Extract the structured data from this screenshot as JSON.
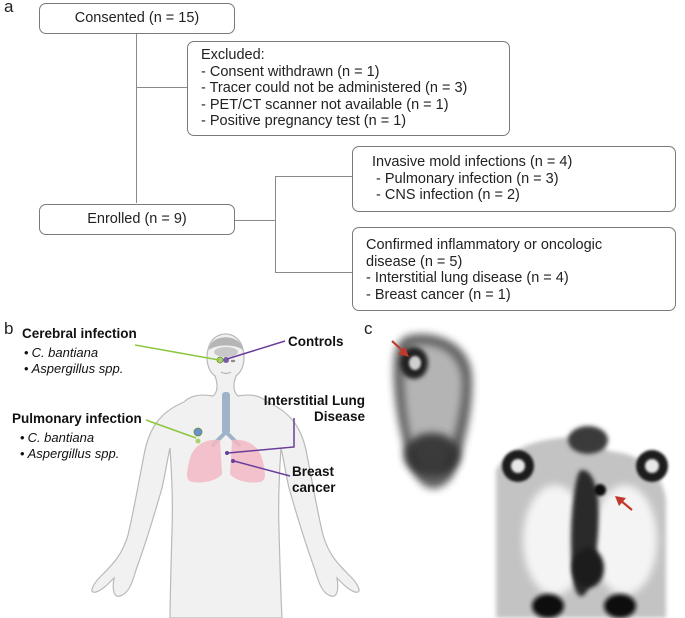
{
  "panel_a": {
    "letter": "a",
    "consented": "Consented (n = 15)",
    "excluded": {
      "title": "Excluded:",
      "items": [
        "- Consent withdrawn (n = 1)",
        "- Tracer could not be administered (n = 3)",
        "- PET/CT scanner not available (n = 1)",
        "- Positive pregnancy test (n = 1)"
      ]
    },
    "enrolled": "Enrolled (n = 9)",
    "mold": {
      "title": "Invasive mold infections (n = 4)",
      "items": [
        " - Pulmonary infection (n = 3)",
        " - CNS infection (n = 2)"
      ]
    },
    "confirmed": {
      "lines": [
        "Confirmed inflammatory or oncologic",
        "disease (n = 5)"
      ],
      "items": [
        "- Interstitial lung disease (n = 4)",
        "- Breast cancer (n = 1)"
      ]
    }
  },
  "panel_b": {
    "letter": "b",
    "cerebral_title": "Cerebral infection",
    "cerebral_items": [
      "C. bantiana",
      "Aspergillus spp."
    ],
    "pulmonary_title": "Pulmonary infection",
    "pulmonary_items": [
      "C. bantiana",
      "Aspergillus spp."
    ],
    "controls": "Controls",
    "ild_lines": [
      "Interstitial Lung",
      "Disease"
    ],
    "breast_lines": [
      "Breast",
      "cancer"
    ],
    "bullet": "•",
    "colors": {
      "infection_line": "#8cc63f",
      "disease_line": "#6a3d9a",
      "lung_fill": "#f2b8c6",
      "body_outline": "#bbbbbb",
      "skin": "#f1f1f1"
    }
  },
  "panel_c": {
    "letter": "c",
    "arrow_color": "#c0392b"
  }
}
